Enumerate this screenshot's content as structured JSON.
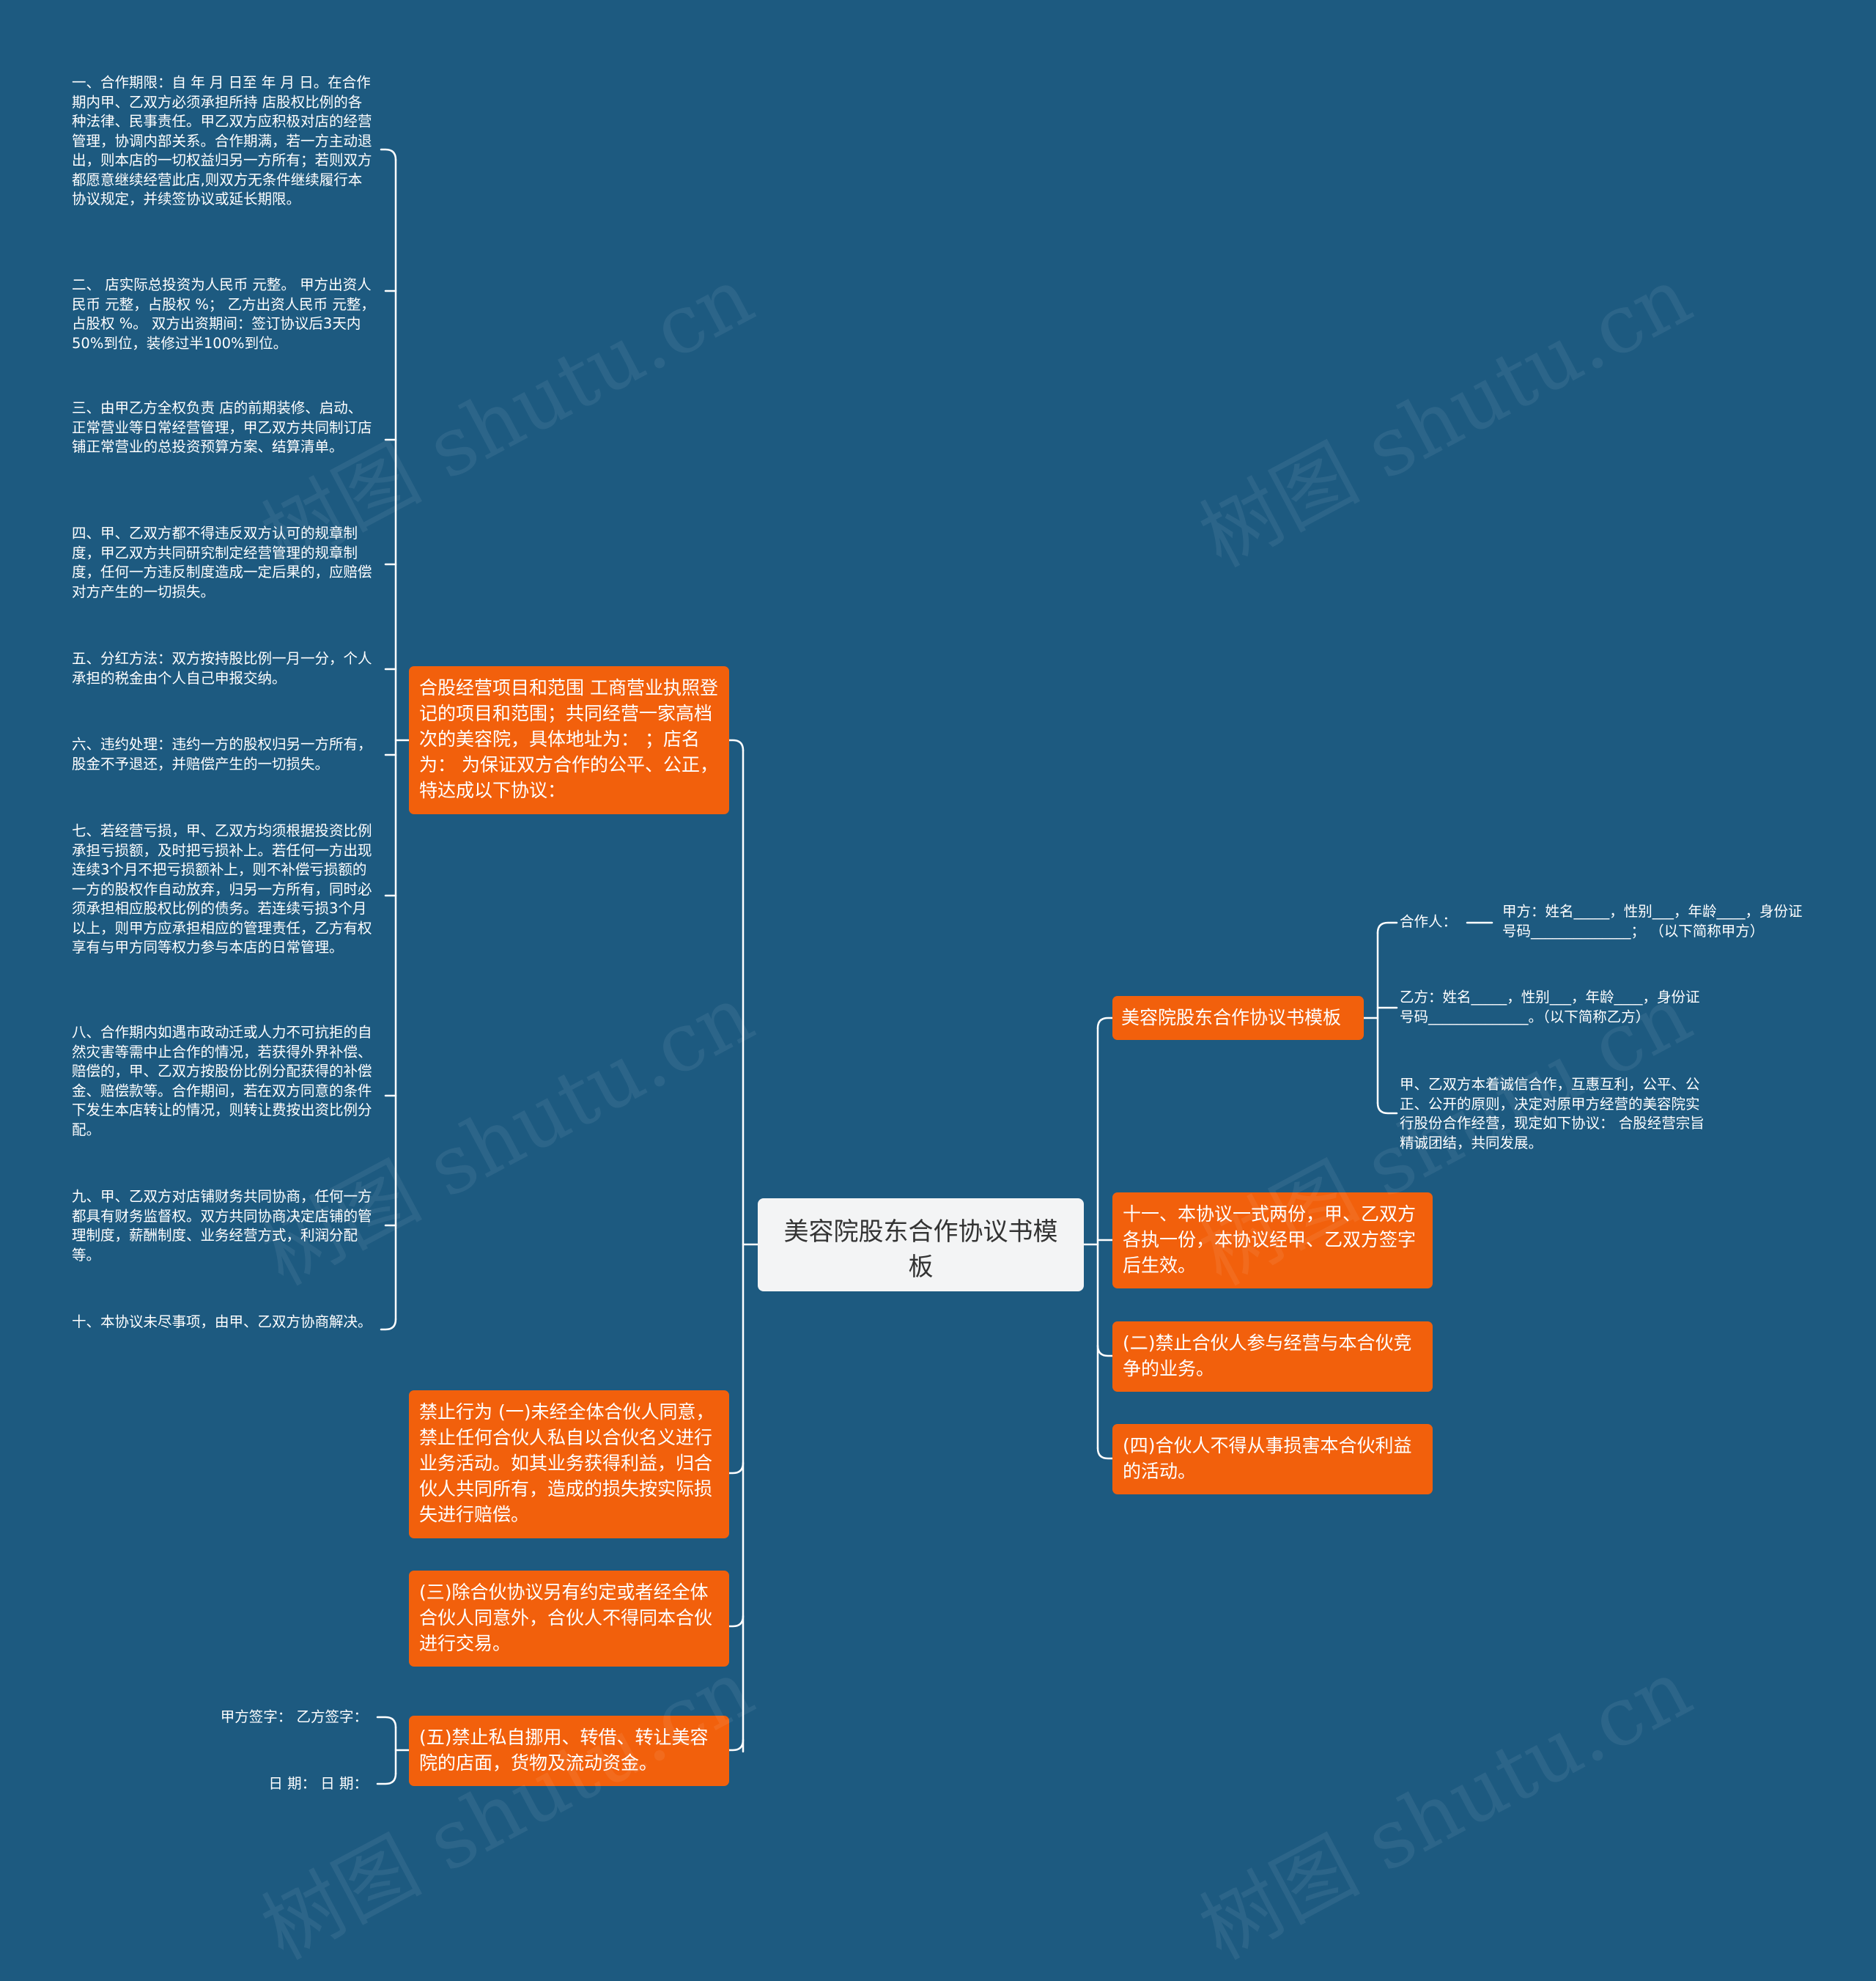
{
  "center": {
    "title": "美容院股东合作协议书模板"
  },
  "left": {
    "scope": {
      "label": "合股经营项目和范围  工商营业执照登记的项目和范围；共同经营一家高档次的美容院，具体地址为：   ；店名为：  为保证双方合作的公平、公正，特达成以下协议：",
      "items": [
        "一、合作期限：自 年 月 日至 年 月 日。在合作期内甲、乙双方必须承担所持 店股权比例的各种法律、民事责任。甲乙双方应积极对店的经营管理，协调内部关系。合作期满，若一方主动退出，则本店的一切权益归另一方所有；若则双方都愿意继续经营此店,则双方无条件继续履行本协议规定，并续签协议或延长期限。",
        "二、 店实际总投资为人民币 元整。 甲方出资人民币 元整，占股权 %； 乙方出资人民币 元整，占股权 %。 双方出资期间：签订协议后3天内50%到位，装修过半100%到位。",
        "三、由甲乙方全权负责 店的前期装修、启动、正常营业等日常经营管理，甲乙双方共同制订店铺正常营业的总投资预算方案、结算清单。",
        "四、甲、乙双方都不得违反双方认可的规章制度，甲乙双方共同研究制定经营管理的规章制度，任何一方违反制度造成一定后果的，应赔偿对方产生的一切损失。",
        "五、分红方法：双方按持股比例一月一分，个人承担的税金由个人自己申报交纳。",
        "六、违约处理：违约一方的股权归另一方所有，股金不予退还，并赔偿产生的一切损失。",
        "七、若经营亏损，甲、乙双方均须根据投资比例承担亏损额，及时把亏损补上。若任何一方出现连续3个月不把亏损额补上，则不补偿亏损额的一方的股权作自动放弃，归另一方所有，同时必须承担相应股权比例的债务。若连续亏损3个月以上，则甲方应承担相应的管理责任，乙方有权享有与甲方同等权力参与本店的日常管理。",
        "八、合作期内如遇市政动迁或人力不可抗拒的自然灾害等需中止合作的情况，若获得外界补偿、赔偿的，甲、乙双方按股份比例分配获得的补偿金、赔偿款等。合作期间，若在双方同意的条件下发生本店转让的情况，则转让费按出资比例分配。",
        "九、甲、乙双方对店铺财务共同协商，任何一方都具有财务监督权。双方共同协商决定店铺的管理制度，薪酬制度、业务经营方式，利润分配等。",
        "十、本协议未尽事项，由甲、乙双方协商解决。"
      ]
    },
    "prohibit": {
      "label": "禁止行为 (一)未经全体合伙人同意，禁止任何合伙人私自以合伙名义进行业务活动。如其业务获得利益，归合伙人共同所有，造成的损失按实际损失进行赔偿。"
    },
    "trade": {
      "label": "(三)除合伙协议另有约定或者经全体合伙人同意外，合伙人不得同本合伙进行交易。"
    },
    "assets": {
      "label": "(五)禁止私自挪用、转借、转让美容院的店面，货物及流动资金。",
      "items": [
        "甲方签字：  乙方签字：",
        "日 期：  日 期："
      ]
    }
  },
  "right": {
    "template": {
      "label": "美容院股东合作协议书模板",
      "partner_label": "合作人：",
      "party_a": "甲方：姓名_____，性别___，年龄____，身份证号码______________； （以下简称甲方）",
      "party_b": "乙方：姓名_____，性别___，年龄____，身份证号码______________。（以下简称乙方）",
      "purpose": "甲、乙双方本着诚信合作，互惠互利，公平、公正、公开的原则，决定对原甲方经营的美容院实行股份合作经营，现定如下协议： 合股经营宗旨 精诚团结，共同发展。"
    },
    "copies": {
      "label": "十一、本协议一式两份，甲、乙双方各执一份，本协议经甲、乙双方签字后生效。"
    },
    "compete": {
      "label": "(二)禁止合伙人参与经营与本合伙竞争的业务。"
    },
    "harm": {
      "label": "(四)合伙人不得从事损害本合伙利益的活动。"
    }
  },
  "watermark": {
    "text": "树图 shutu.cn"
  },
  "colors": {
    "background": "#1d5a80",
    "node": "#f2600c",
    "center": "#f3f4f5",
    "line": "#ffffff"
  }
}
